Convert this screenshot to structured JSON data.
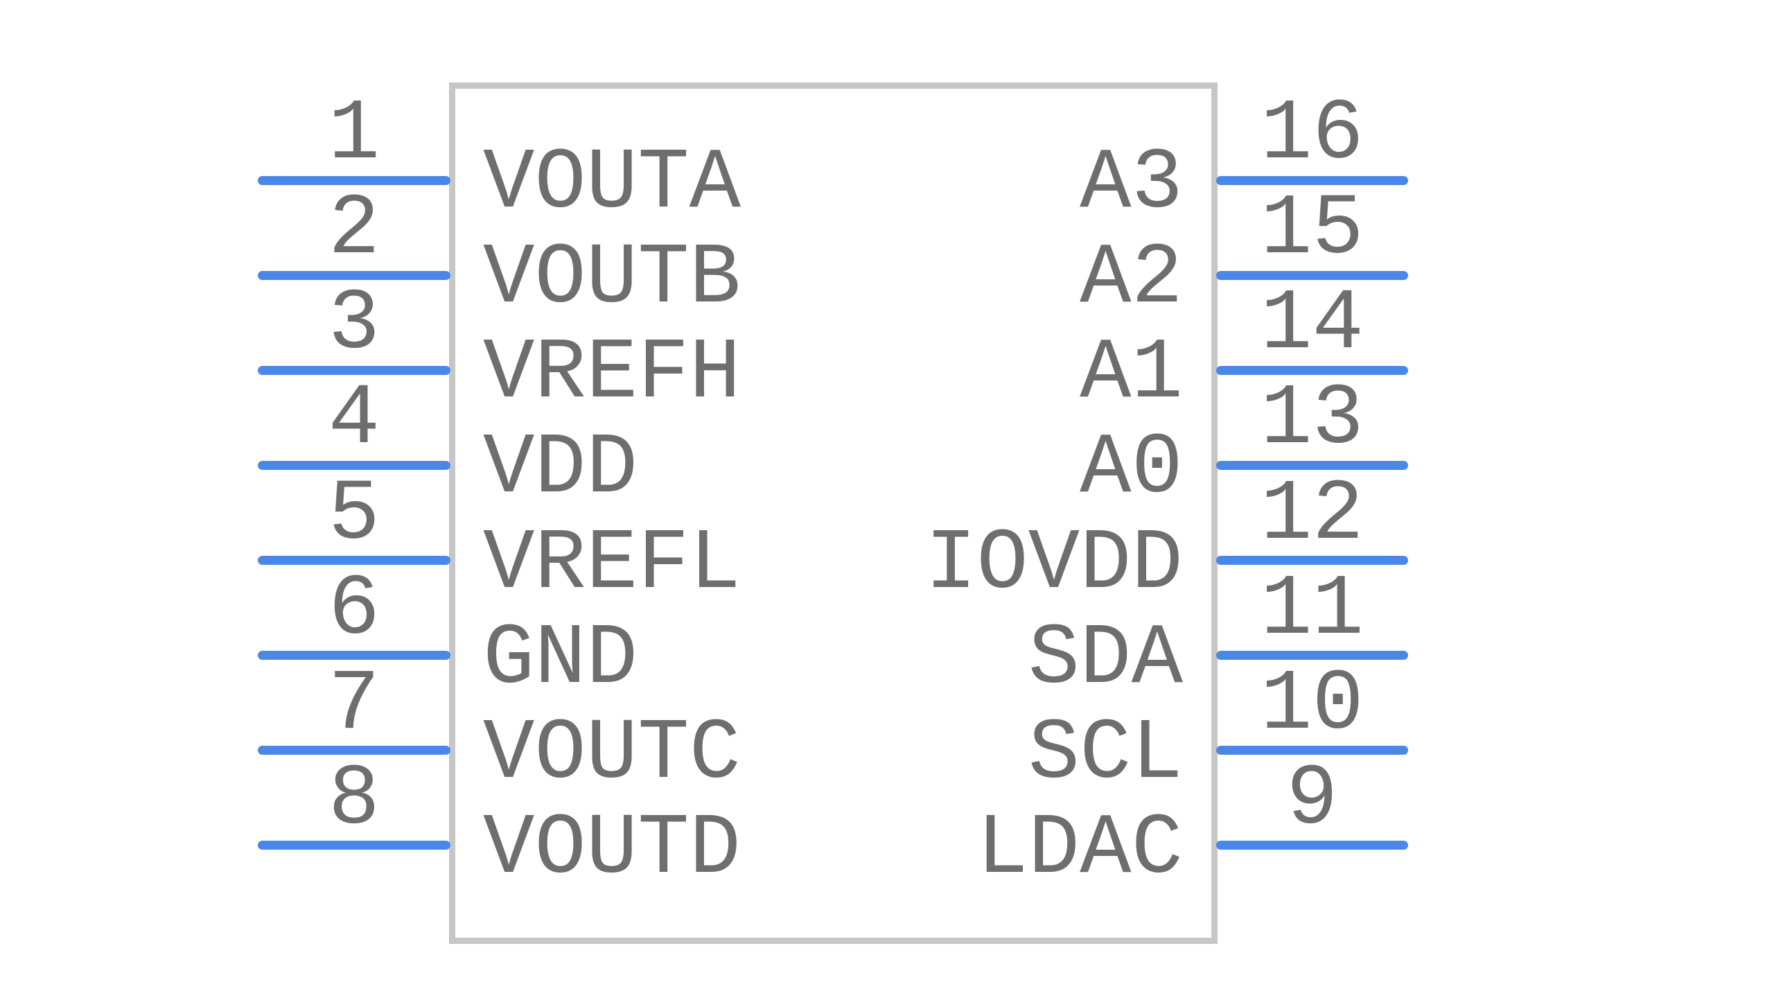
{
  "component": {
    "kind": "schematic-symbol",
    "pin_count": 16,
    "pins": {
      "left": [
        {
          "number": "1",
          "name": "VOUTA"
        },
        {
          "number": "2",
          "name": "VOUTB"
        },
        {
          "number": "3",
          "name": "VREFH"
        },
        {
          "number": "4",
          "name": "VDD"
        },
        {
          "number": "5",
          "name": "VREFL"
        },
        {
          "number": "6",
          "name": "GND"
        },
        {
          "number": "7",
          "name": "VOUTC"
        },
        {
          "number": "8",
          "name": "VOUTD"
        }
      ],
      "right": [
        {
          "number": "16",
          "name": "A3"
        },
        {
          "number": "15",
          "name": "A2"
        },
        {
          "number": "14",
          "name": "A1"
        },
        {
          "number": "13",
          "name": "A0"
        },
        {
          "number": "12",
          "name": "IOVDD"
        },
        {
          "number": "11",
          "name": "SDA"
        },
        {
          "number": "10",
          "name": "SCL"
        },
        {
          "number": "9",
          "name": "LDAC"
        }
      ]
    },
    "colors": {
      "pin_line": "#4a87e8",
      "text": "#6e6e6e",
      "body_border": "#c6c6c6",
      "background": "#ffffff"
    }
  }
}
